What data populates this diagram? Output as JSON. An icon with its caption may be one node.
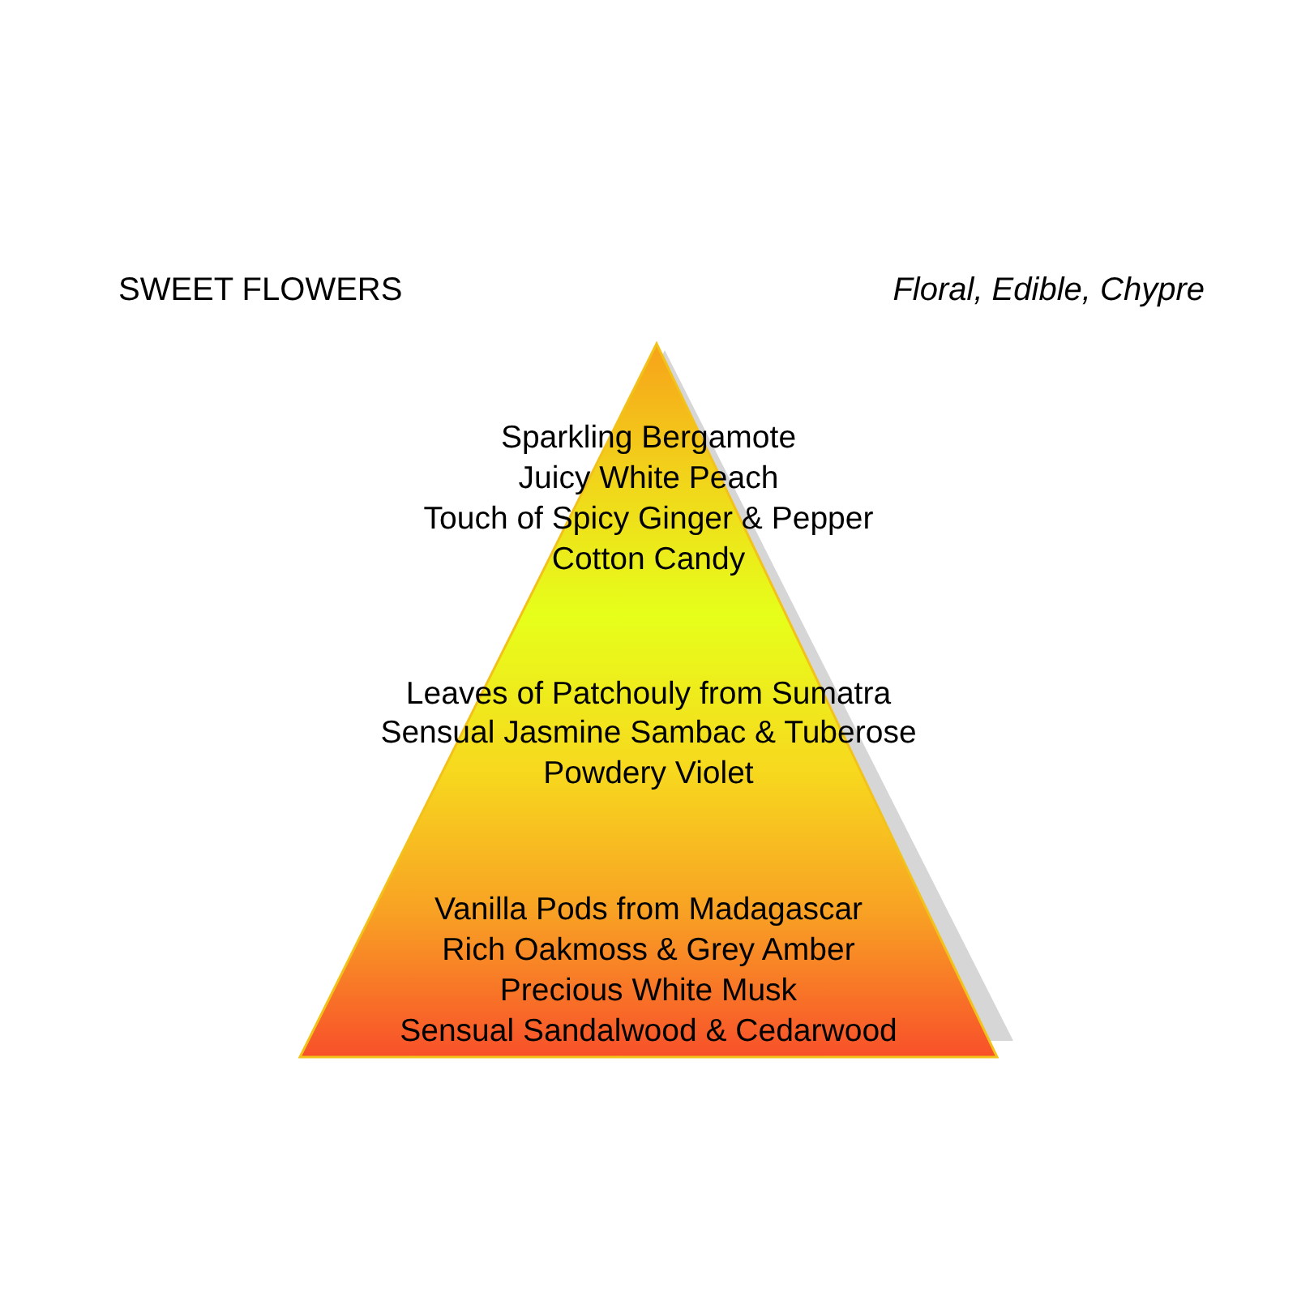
{
  "diagram": {
    "title": "SWEET FLOWERS",
    "nodes": [
      {
        "text": [
          "Sparkling Bergamote",
          "Juicy White Peach",
          "Touch of Spicy Ginger & Pepper",
          "Cotton Candy",
          "Leaves of Patchouly from Sumatra",
          "Sensual Jasmine Sambac & Tuberose",
          "Powdery Violet",
          "Vanilla Pods from Madagascar",
          "Rich Oakmoss & Grey Amber",
          "Precious White Musk",
          "Sensual Sandalwood & Cedarwood"
        ]
      }
    ],
    "labels": [
      "Floral, Edible, Chypre"
    ]
  }
}
